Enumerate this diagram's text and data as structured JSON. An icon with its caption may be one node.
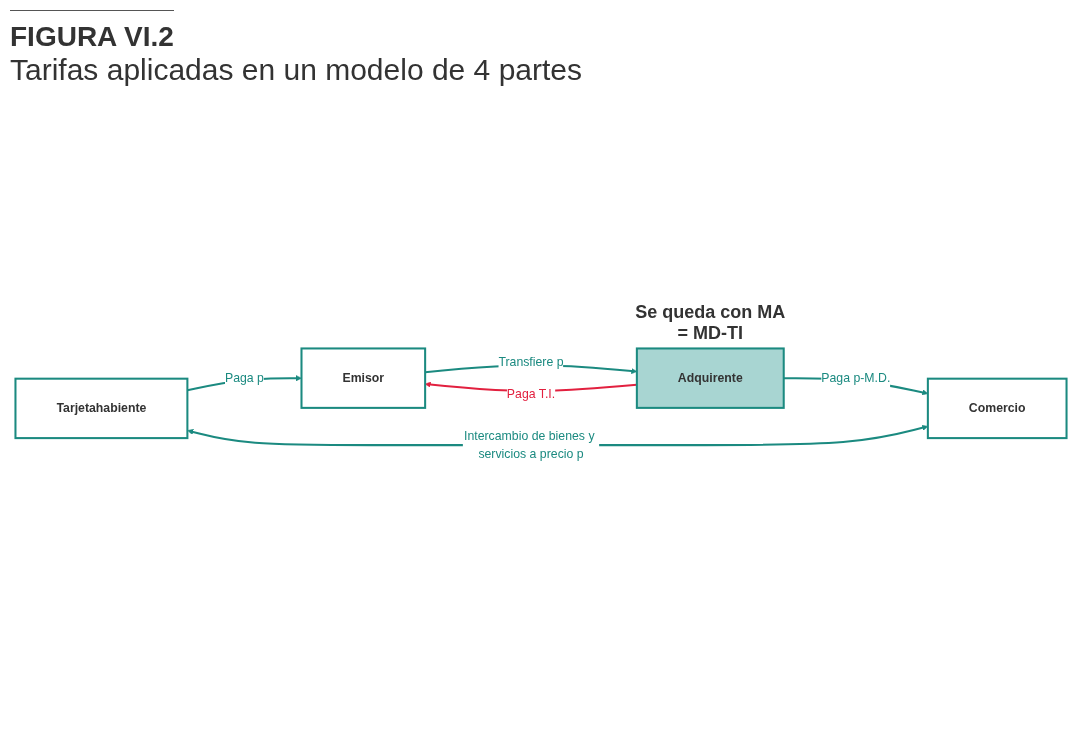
{
  "diagram": {
    "title": "FIGURA VI.2",
    "caption": "Tarifas aplicadas en un modelo de 4 partes",
    "nodes": [
      {
        "text": [
          "Emisor"
        ]
      },
      {
        "text": [
          "Adquirente"
        ],
        "beside": [
          "Se queda con MA = MD-TI"
        ]
      },
      {
        "text": [
          "Tarjetahabiente"
        ]
      },
      {
        "text": [
          "Comercio"
        ]
      }
    ],
    "edges": [
      {
        "from": 0,
        "to": 1,
        "arrow": "to",
        "label": "Transfiere p"
      },
      {
        "from": 1,
        "to": 0,
        "arrow": "to",
        "label": "Paga T.I.",
        "color": "#e2203f"
      },
      {
        "from": 2,
        "to": 0,
        "arrow": "to",
        "label": "Paga p"
      },
      {
        "from": 1,
        "to": 3,
        "arrow": "to",
        "label": "Paga p-M.D."
      },
      {
        "from": 2,
        "to": 3,
        "arrow": "both",
        "label": "Intercambio de bienes y servicios a precio p"
      }
    ]
  }
}
